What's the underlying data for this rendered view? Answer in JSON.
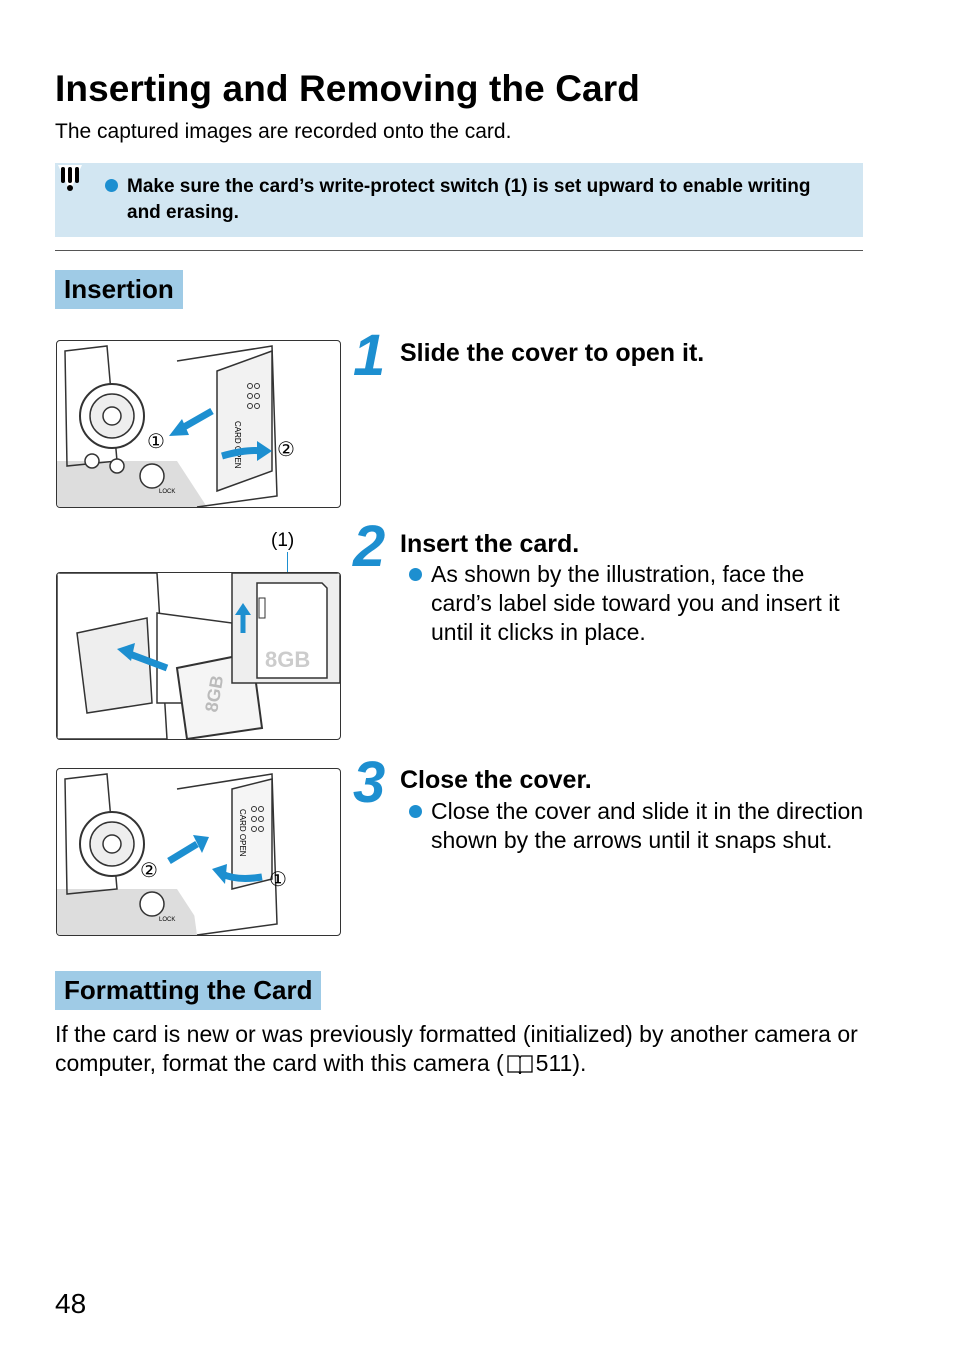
{
  "page": {
    "title": "Inserting and Removing the Card",
    "subtitle": "The captured images are recorded onto the card.",
    "page_number": "48"
  },
  "caution": {
    "icon": "caution-icon",
    "text": "Make sure the card’s write-protect switch (1) is set upward to enable writing and erasing."
  },
  "insertion": {
    "heading": "Insertion",
    "callout": "(1)",
    "steps": [
      {
        "number": "1",
        "title": "Slide the cover to open it.",
        "text": ""
      },
      {
        "number": "2",
        "title": "Insert the card.",
        "text": "As shown by the illustration, face the card’s label side toward you and insert it until it clicks in place."
      },
      {
        "number": "3",
        "title": "Close the cover.",
        "text": "Close the cover and slide it in the direction shown by the arrows until it snaps shut."
      }
    ],
    "illustrations": [
      {
        "icon": "camera-open-cover-illustration",
        "markers": [
          "①",
          "②"
        ],
        "label": "CARD OPEN",
        "lock": "LOCK"
      },
      {
        "icon": "insert-card-illustration",
        "card_label": "8GB"
      },
      {
        "icon": "camera-close-cover-illustration",
        "markers": [
          "②",
          "①"
        ],
        "label": "CARD OPEN",
        "lock": "LOCK"
      }
    ]
  },
  "formatting": {
    "heading": "Formatting the Card",
    "text_before": "If the card is new or was previously formatted (initialized) by another camera or computer, format the card with this camera (",
    "page_ref_icon": "book-icon",
    "page_ref": "511",
    "text_after": ")."
  },
  "colors": {
    "accent": "#1d8fd0",
    "heading_bg": "#9fcbe6",
    "caution_bg": "#d2e6f2"
  }
}
